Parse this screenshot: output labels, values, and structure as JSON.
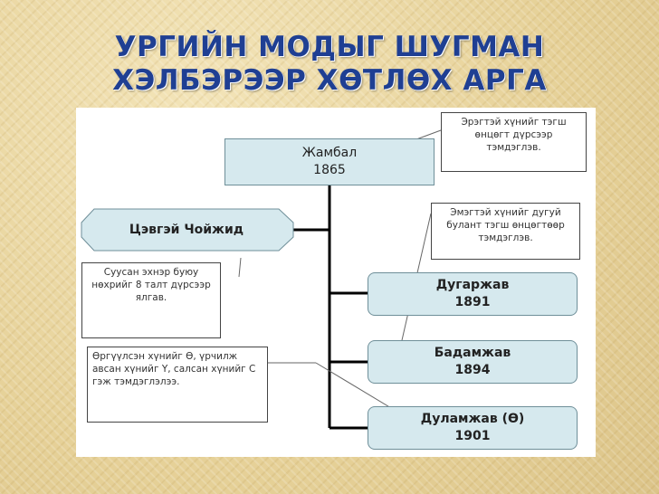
{
  "title": {
    "line1": "УРГИЙН МОДЫГ ШУГМАН",
    "line2": "ХЭЛБЭРЭЭР ХӨТЛӨХ АРГА"
  },
  "diagram": {
    "root": {
      "name": "Жамбал",
      "year": "1865"
    },
    "spouse": {
      "name": "Цэвгэй Чойжид"
    },
    "children": [
      {
        "name": "Дугаржав",
        "year": "1891"
      },
      {
        "name": "Бадамжав",
        "year": "1894"
      },
      {
        "name": "Дуламжав (Ө)",
        "year": "1901"
      }
    ],
    "notes": [
      "Эрэгтэй хүнийг тэгш өнцөгт дүрсээр тэмдэглэв.",
      "Эмэгтэй хүнийг дугуй булант тэгш өнцөгтөөр тэмдэглэв.",
      "Суусан эхнэр буюу нөхрийг 8 талт дүрсээр ялгав.",
      "Өргүүлсэн хүнийг Ө, үрчилж авсан хүнийг Ү, салсан хүнийг С гэж тэмдэглэлээ."
    ]
  }
}
